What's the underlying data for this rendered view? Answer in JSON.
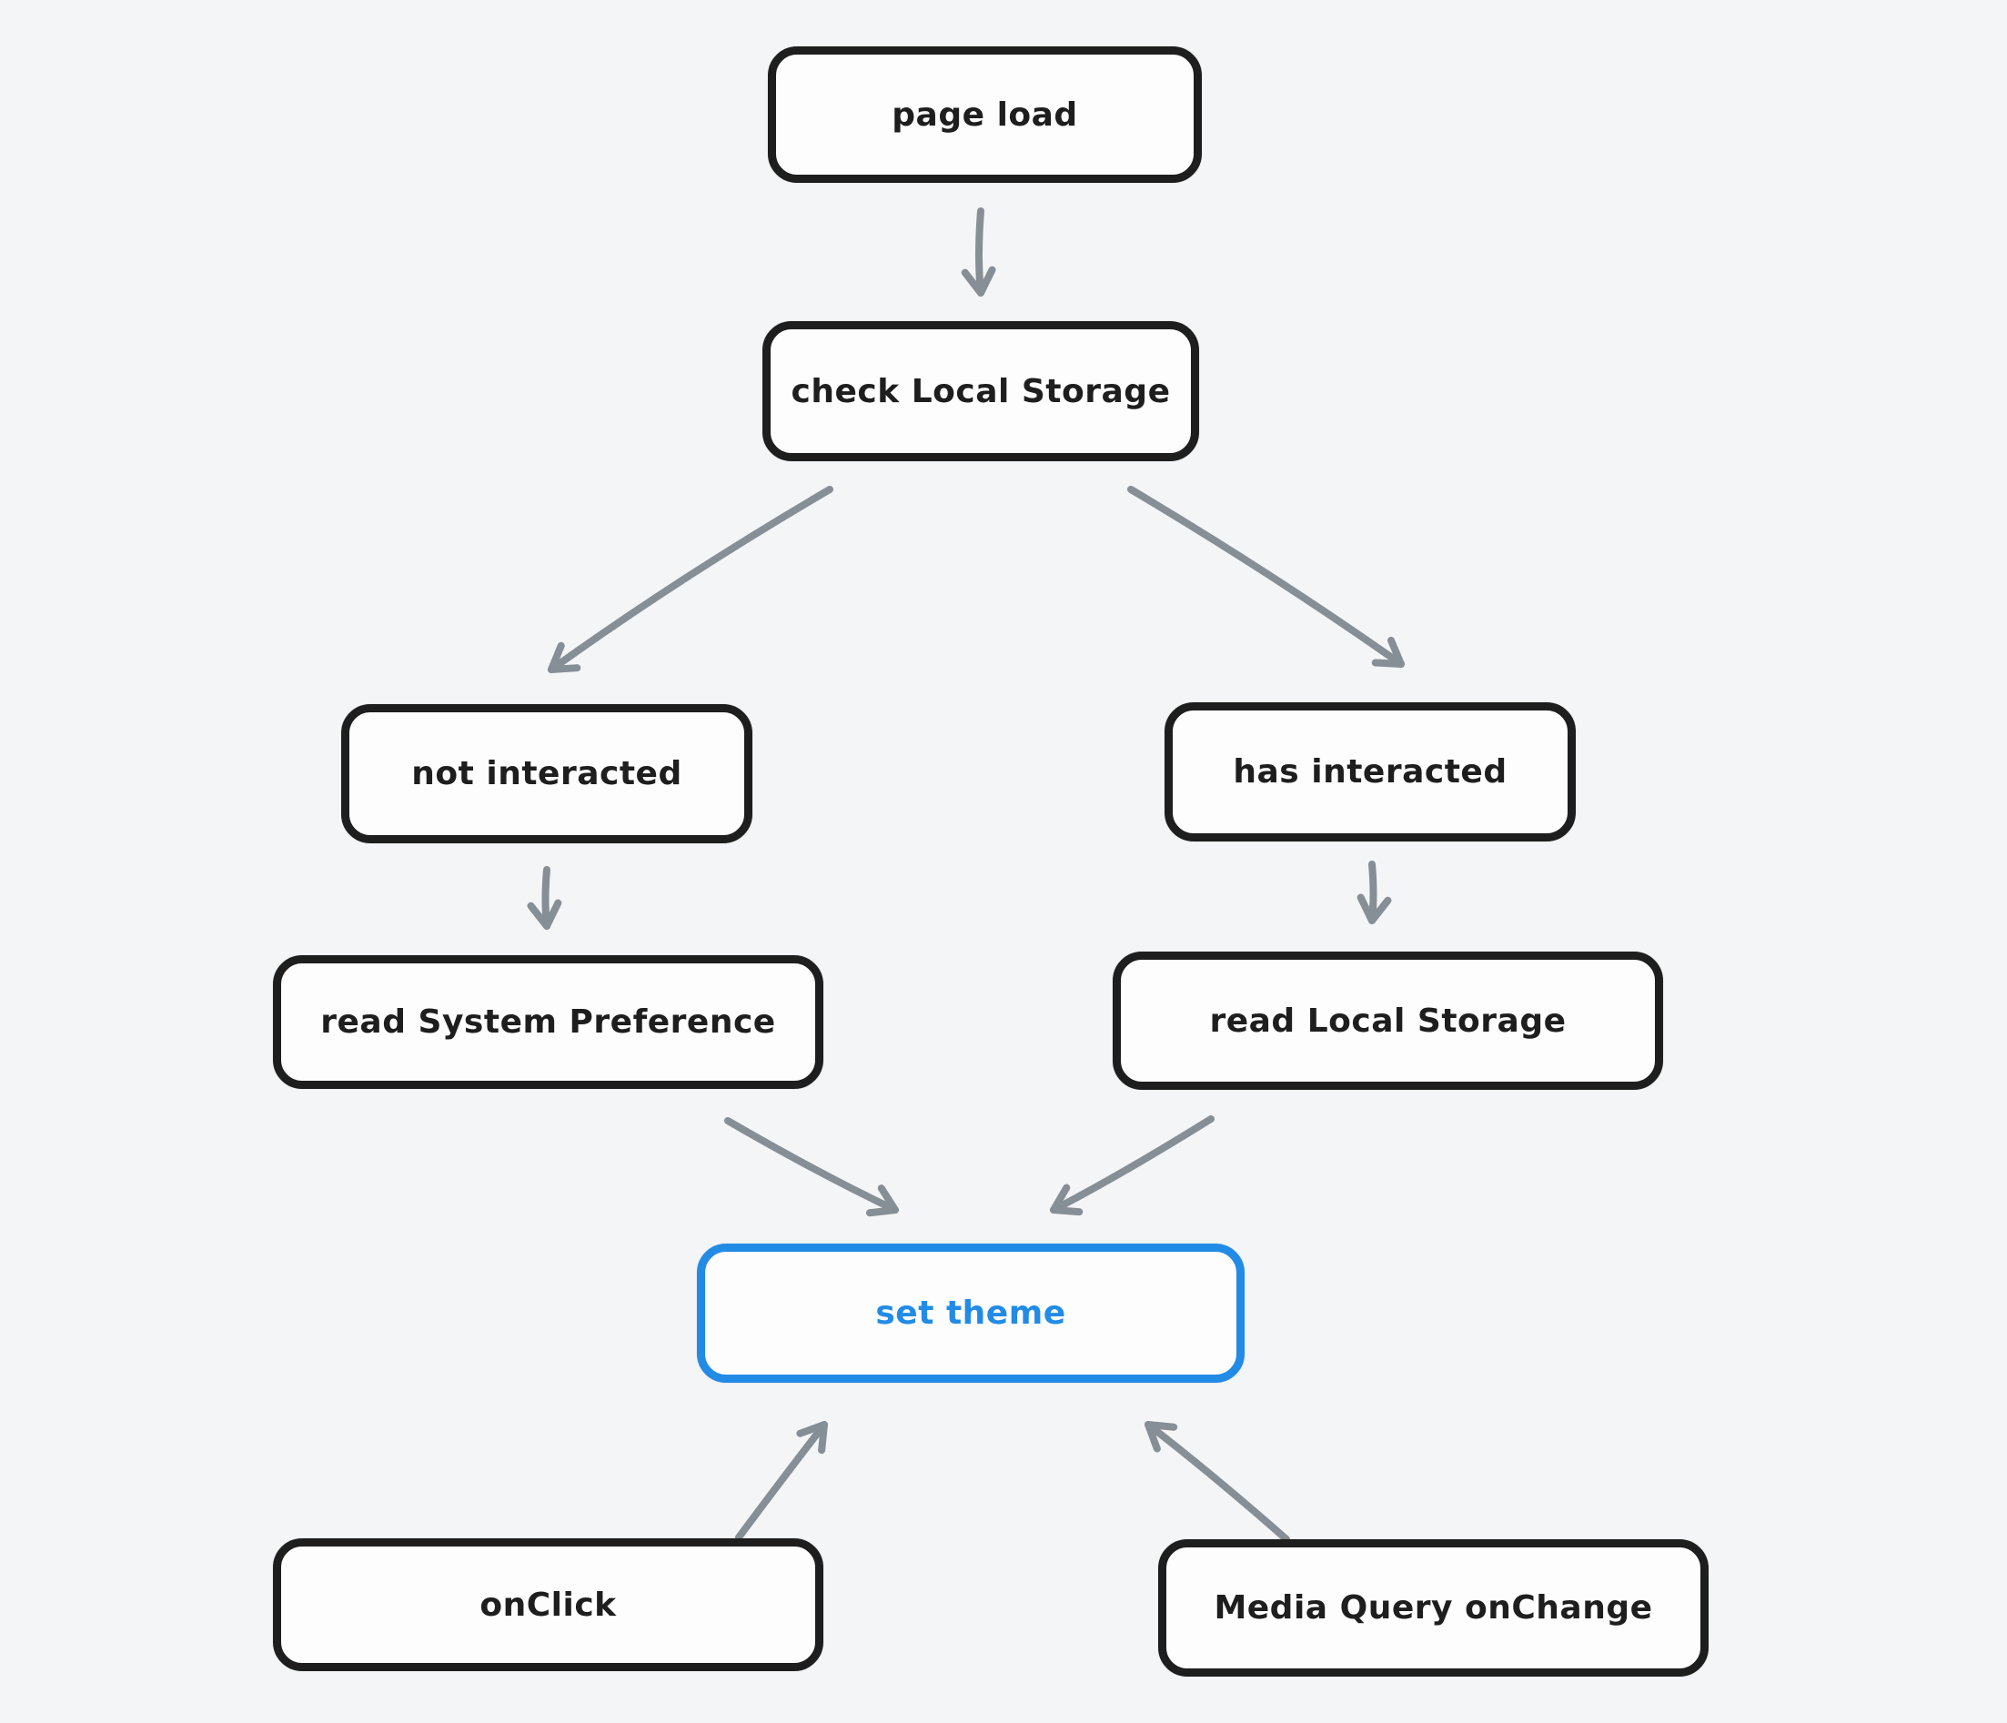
{
  "diagram": {
    "background": "#f4f5f7",
    "node_fill": "#fdfdfd",
    "stroke_color": "#1e1e1e",
    "accent_color": "#228be6",
    "arrow_color": "#868e96",
    "nodes": [
      {
        "id": "page-load",
        "label": "page load",
        "variant": "default"
      },
      {
        "id": "check-local-storage",
        "label": "check Local Storage",
        "variant": "default"
      },
      {
        "id": "not-interacted",
        "label": "not interacted",
        "variant": "default"
      },
      {
        "id": "has-interacted",
        "label": "has interacted",
        "variant": "default"
      },
      {
        "id": "read-system-preference",
        "label": "read System Preference",
        "variant": "default"
      },
      {
        "id": "read-local-storage",
        "label": "read Local Storage",
        "variant": "default"
      },
      {
        "id": "set-theme",
        "label": "set theme",
        "variant": "accent"
      },
      {
        "id": "on-click",
        "label": "onClick",
        "variant": "default"
      },
      {
        "id": "media-query-onchange",
        "label": "Media Query onChange",
        "variant": "default"
      }
    ],
    "edges": [
      {
        "from": "page-load",
        "to": "check-local-storage"
      },
      {
        "from": "check-local-storage",
        "to": "not-interacted"
      },
      {
        "from": "check-local-storage",
        "to": "has-interacted"
      },
      {
        "from": "not-interacted",
        "to": "read-system-preference"
      },
      {
        "from": "has-interacted",
        "to": "read-local-storage"
      },
      {
        "from": "read-system-preference",
        "to": "set-theme"
      },
      {
        "from": "read-local-storage",
        "to": "set-theme"
      },
      {
        "from": "on-click",
        "to": "set-theme"
      },
      {
        "from": "media-query-onchange",
        "to": "set-theme"
      }
    ]
  }
}
